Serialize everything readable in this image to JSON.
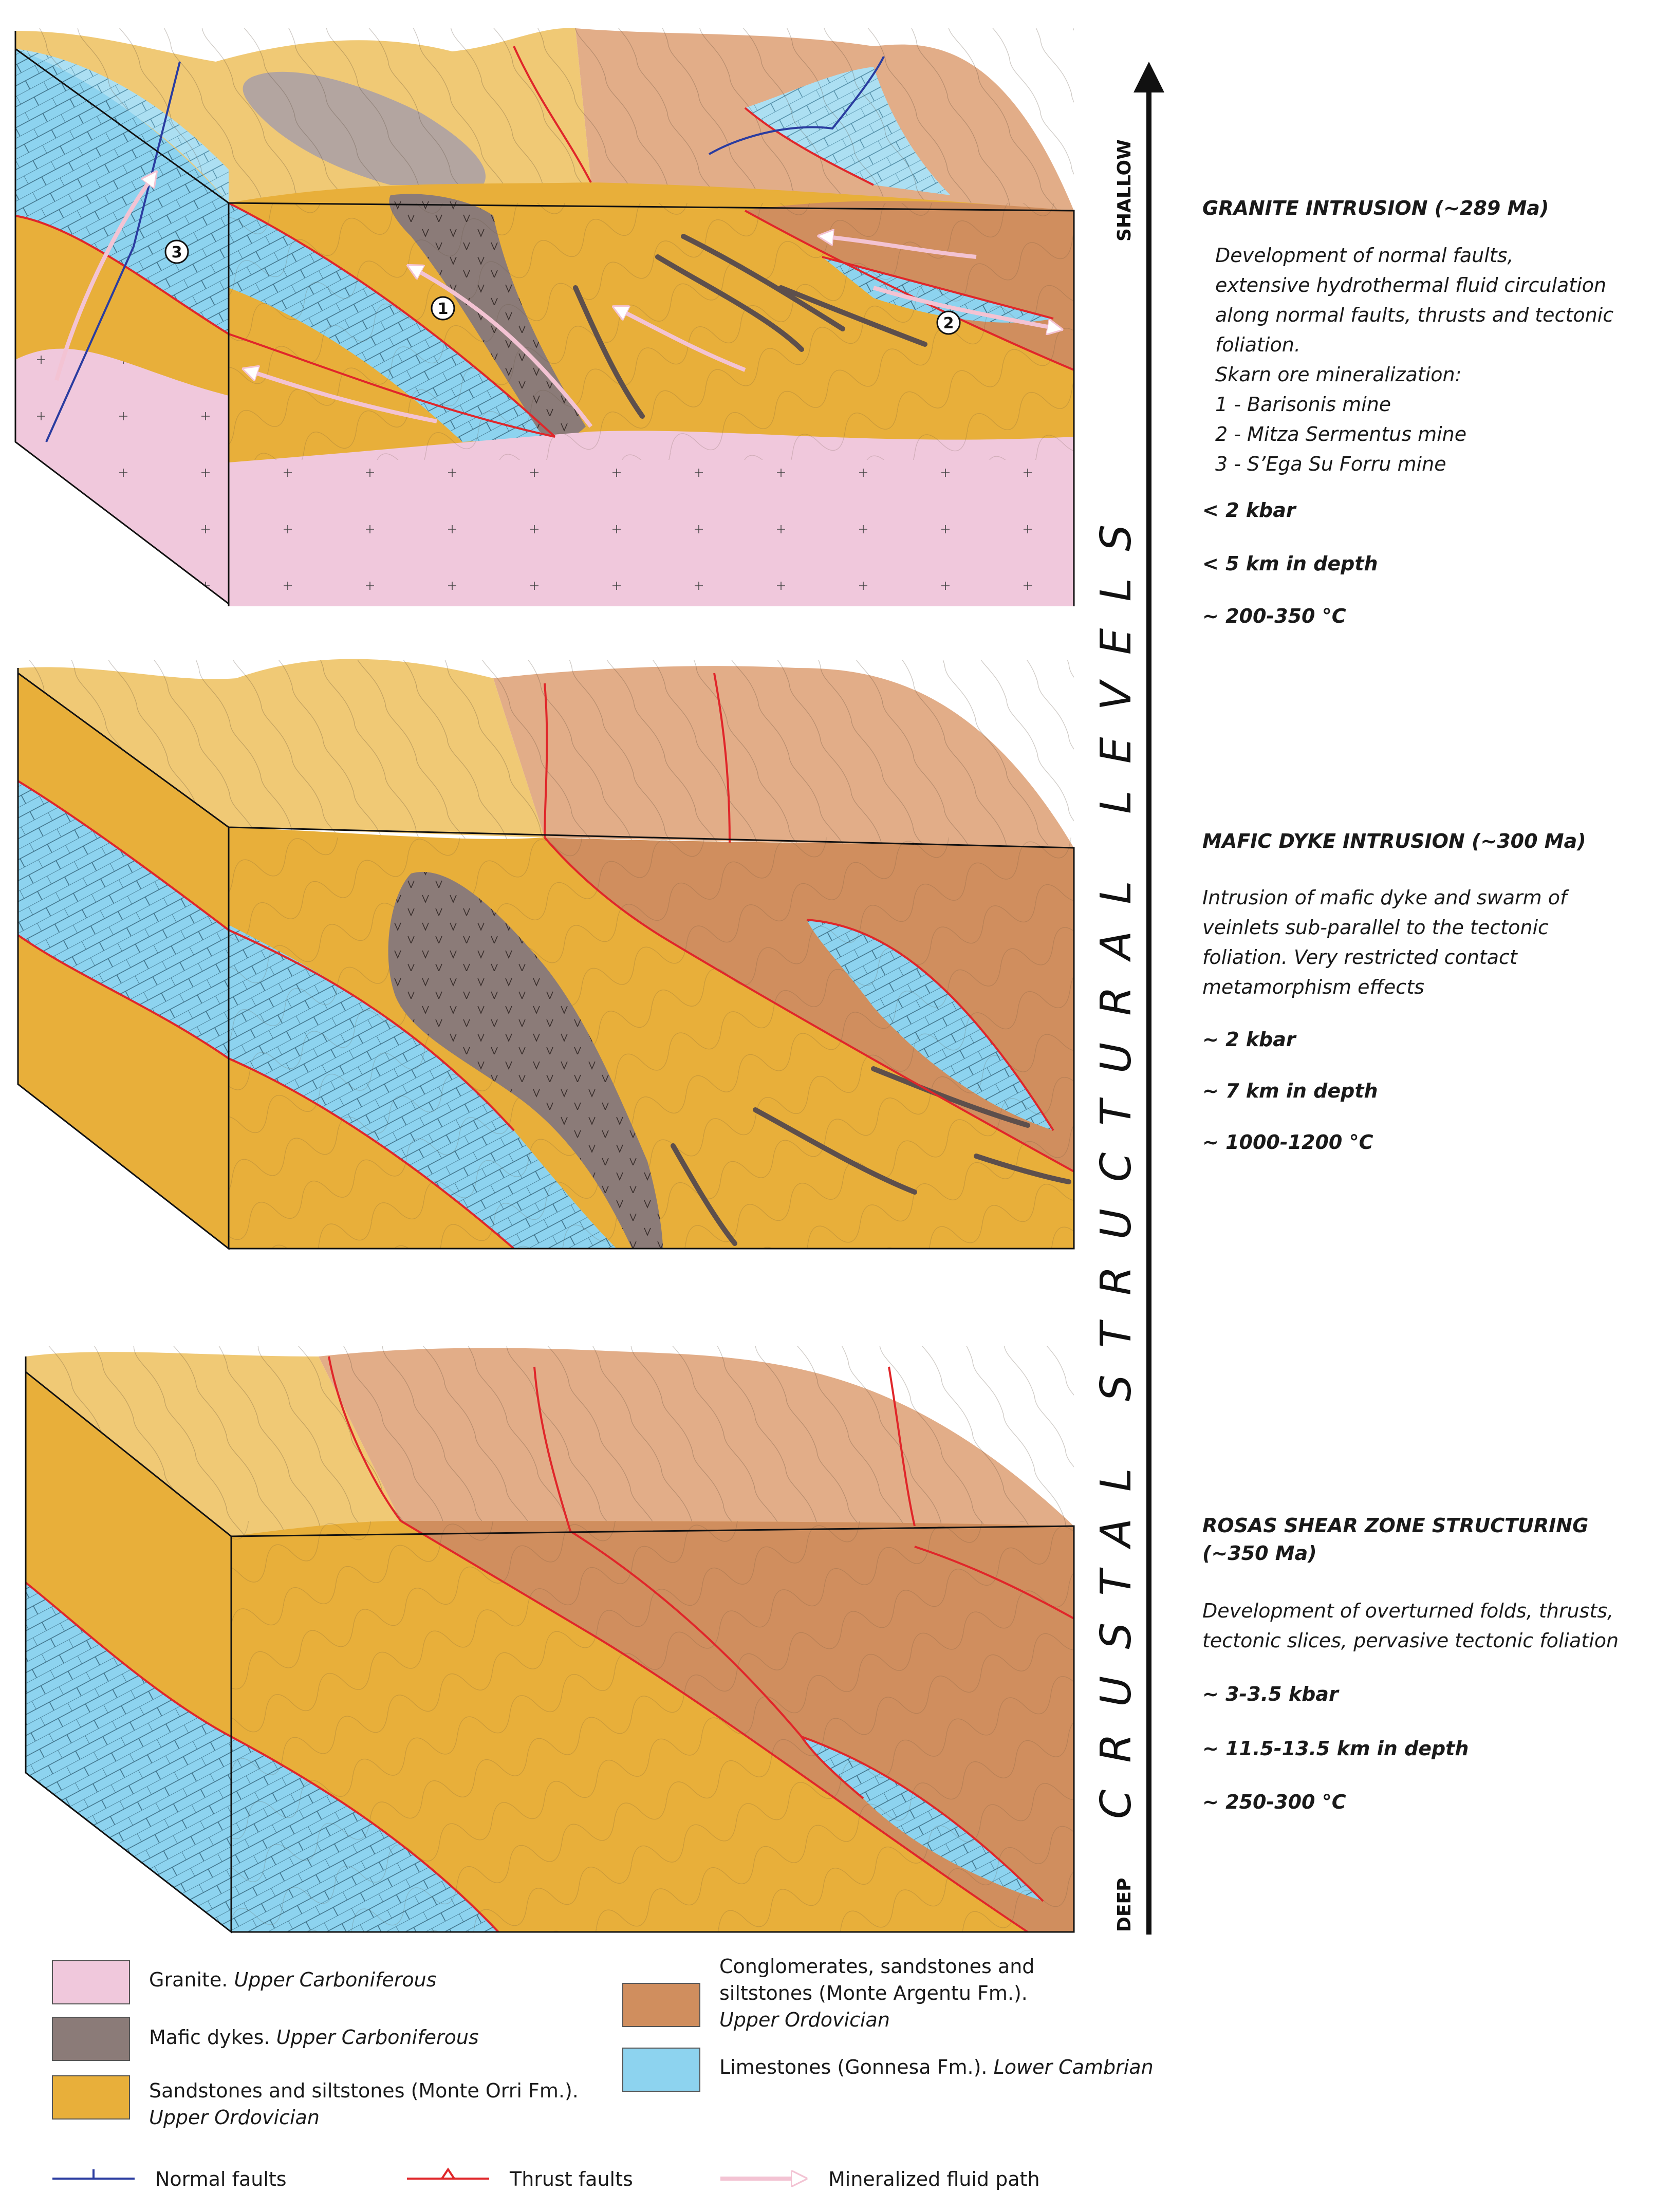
{
  "colors": {
    "granite": "#f0c8dc",
    "mafic": "#8b7b78",
    "mafic_top": "#b3a5a0",
    "orri": "#e8af3a",
    "orri_top": "#f0c975",
    "argentu": "#d08e5e",
    "argentu_top": "#e2ad88",
    "limestone": "#8dd3ef",
    "limestone_top": "#acdff2",
    "thrust": "#e0262a",
    "normal": "#2a3ca0",
    "fluid": "#f3c3d3"
  },
  "axis": {
    "label": "CRUSTAL STRUCTURAL LEVELS",
    "top": "SHALLOW",
    "bottom": "DEEP"
  },
  "stages": [
    {
      "title": "GRANITE INTRUSION (~289 Ma)",
      "lines": [
        "Development of normal faults,",
        "extensive hydrothermal fluid circulation",
        "along normal faults, thrusts and tectonic",
        "foliation.",
        "Skarn ore mineralization:",
        "1 - Barisonis mine",
        "2 - Mitza Sermentus mine",
        "3 - S’Ega Su Forru mine"
      ],
      "params": [
        "< 2 kbar",
        "< 5 km in depth",
        "~ 200-350 °C"
      ]
    },
    {
      "title": "MAFIC DYKE INTRUSION (~300 Ma)",
      "lines": [
        "Intrusion of mafic dyke and swarm of",
        "veinlets sub-parallel to the tectonic",
        "foliation. Very restricted contact",
        "metamorphism effects"
      ],
      "params": [
        "~ 2 kbar",
        "~ 7 km in depth",
        "~ 1000-1200 °C"
      ]
    },
    {
      "title_lines": [
        "ROSAS SHEAR ZONE STRUCTURING",
        "(~350 Ma)"
      ],
      "lines": [
        "Development of overturned folds, thrusts,",
        "tectonic slices, pervasive tectonic foliation"
      ],
      "params": [
        "~ 3-3.5 kbar",
        "~ 11.5-13.5 km in depth",
        "~ 250-300 °C"
      ]
    }
  ],
  "mines": [
    "1",
    "2",
    "3"
  ],
  "legend": {
    "granite": {
      "name": "Granite.",
      "age": "Upper Carboniferous"
    },
    "mafic": {
      "name": "Mafic dykes.",
      "age": "Upper Carboniferous"
    },
    "orri": {
      "name": "Sandstones and siltstones (Monte Orri Fm.).",
      "age": "Upper Ordovician"
    },
    "argentu": {
      "name_lines": [
        "Conglomerates, sandstones and",
        "siltstones (Monte Argentu Fm.)."
      ],
      "age": "Upper Ordovician"
    },
    "limestone": {
      "name": "Limestones (Gonnesa Fm.).",
      "age": "Lower Cambrian"
    },
    "normal_faults": "Normal faults",
    "thrust_faults": "Thrust faults",
    "fluid_path": "Mineralized fluid path"
  }
}
